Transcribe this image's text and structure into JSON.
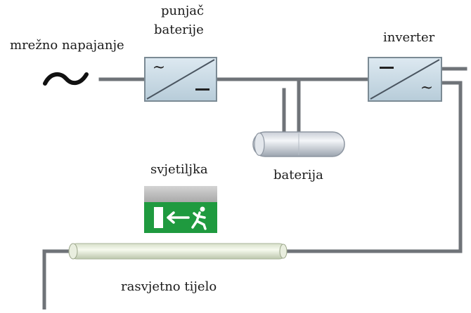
{
  "labels": {
    "mains": "mrežno napajanje",
    "charger_line1": "punjač",
    "charger_line2": "baterije",
    "inverter": "inverter",
    "battery": "baterija",
    "luminaire": "svjetiljka",
    "light_body": "rasvjetno tijelo"
  },
  "symbols": {
    "ac": "~",
    "dc": "–"
  },
  "icons": {
    "mains_symbol": "tilde-ac-icon",
    "exit_sign": "emergency-exit-sign-icon",
    "battery": "battery-cylinder-icon",
    "tube": "fluorescent-tube-icon"
  },
  "colors": {
    "wire": "#6f7378",
    "box_fill": "#c9dde8",
    "box_stroke": "#7b8a94",
    "exit_green": "#1f9a3f",
    "exit_header": "#b9b9b9"
  }
}
